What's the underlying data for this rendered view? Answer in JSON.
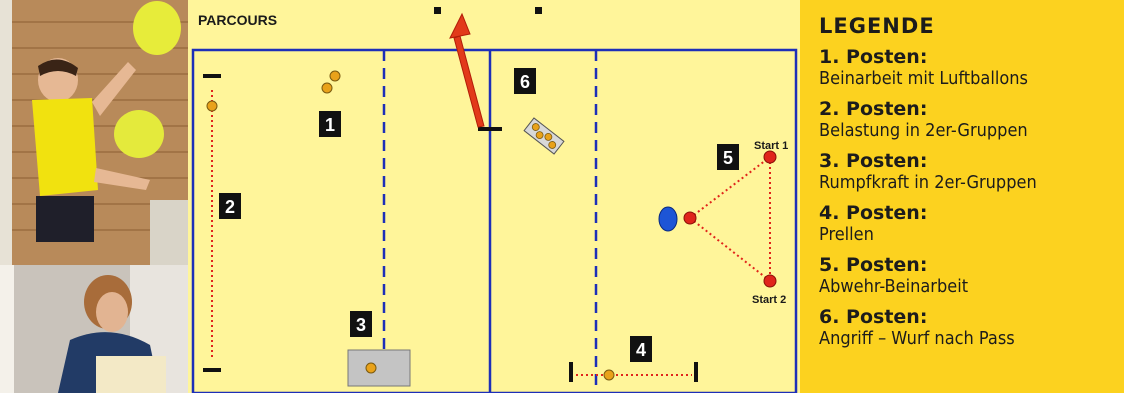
{
  "diagram": {
    "title": "PARCOURS",
    "station_numbers": [
      "1",
      "2",
      "3",
      "4",
      "5",
      "6"
    ],
    "start_labels": [
      "Start 1",
      "Start 2"
    ],
    "colors": {
      "field_background": "#fff59a",
      "court_lines": "#1d2fb8",
      "ball": "#e9a21a",
      "red_cone": "#e0241b",
      "blue_player": "#1d55d6",
      "arrow": "#e23a1a"
    }
  },
  "legend": {
    "title": "LEGENDE",
    "items": [
      {
        "head": "1. Posten:",
        "desc": "Beinarbeit mit Luftballons"
      },
      {
        "head": "2. Posten:",
        "desc": "Belastung in 2er-Gruppen"
      },
      {
        "head": "3. Posten:",
        "desc": "Rumpfkraft in 2er-Gruppen"
      },
      {
        "head": "4. Posten:",
        "desc": "Prellen"
      },
      {
        "head": "5. Posten:",
        "desc": "Abwehr-Beinarbeit"
      },
      {
        "head": "6. Posten:",
        "desc": "Angriff – Wurf nach Pass"
      }
    ]
  }
}
